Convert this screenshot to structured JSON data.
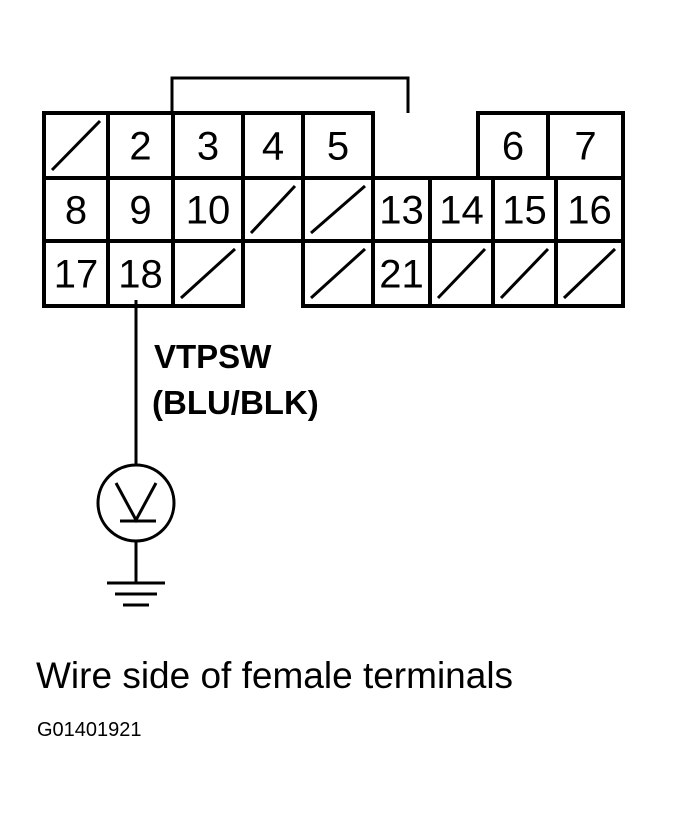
{
  "terminals": [
    {
      "label": "",
      "blank": true
    },
    {
      "label": "2"
    },
    {
      "label": "3"
    },
    {
      "label": "4"
    },
    {
      "label": "5"
    },
    {
      "label": "6"
    },
    {
      "label": "7"
    },
    {
      "label": "8"
    },
    {
      "label": "9"
    },
    {
      "label": "10"
    },
    {
      "label": "",
      "blank": true
    },
    {
      "label": "",
      "blank": true
    },
    {
      "label": "13"
    },
    {
      "label": "14"
    },
    {
      "label": "15"
    },
    {
      "label": "16"
    },
    {
      "label": "17"
    },
    {
      "label": "18"
    },
    {
      "label": "",
      "blank": true
    },
    {
      "label": "",
      "blank": true
    },
    {
      "label": "21"
    },
    {
      "label": "",
      "blank": true
    },
    {
      "label": "",
      "blank": true
    },
    {
      "label": "",
      "blank": true
    }
  ],
  "wire": {
    "name": "VTPSW",
    "color_code": "(BLU/BLK)",
    "from_terminal": "18"
  },
  "meter": {
    "icon": "voltmeter-icon"
  },
  "ground": {
    "icon": "ground-icon"
  },
  "caption": "Wire side of female terminals",
  "figure_id": "G01401921"
}
